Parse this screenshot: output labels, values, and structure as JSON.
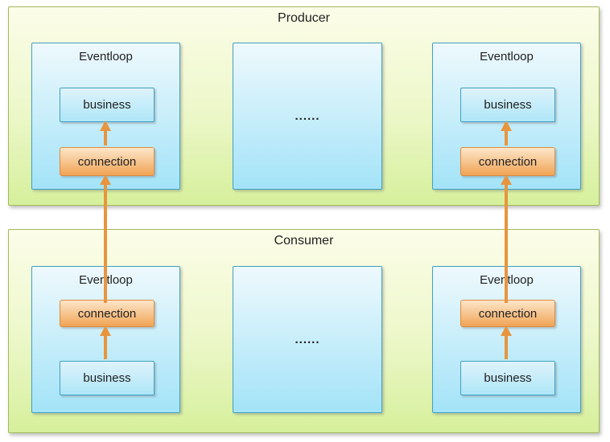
{
  "diagram": {
    "producer": {
      "title": "Producer",
      "left": {
        "title": "Eventloop",
        "business": "business",
        "connection": "connection"
      },
      "middle": {
        "dots": "......"
      },
      "right": {
        "title": "Eventloop",
        "business": "business",
        "connection": "connection"
      }
    },
    "consumer": {
      "title": "Consumer",
      "left": {
        "title": "Eventloop",
        "business": "business",
        "connection": "connection"
      },
      "middle": {
        "dots": "......"
      },
      "right": {
        "title": "Eventloop",
        "business": "business",
        "connection": "connection"
      }
    }
  },
  "colors": {
    "container_border": "#a2b95c",
    "container_top": "#fcfde9",
    "container_mid": "#ecf7c8",
    "container_bottom": "#d6f09c",
    "box_border": "#41a0c2",
    "box_top": "#eef9fd",
    "box_bottom": "#a3e3f8",
    "inner_top": "#def3fb",
    "inner_bottom": "#aee6f8",
    "connection_border": "#dd8b3d",
    "connection_top": "#fde6ca",
    "connection_bottom": "#f0a455",
    "arrow": "#e8953e",
    "text": "#1f1f1f"
  }
}
